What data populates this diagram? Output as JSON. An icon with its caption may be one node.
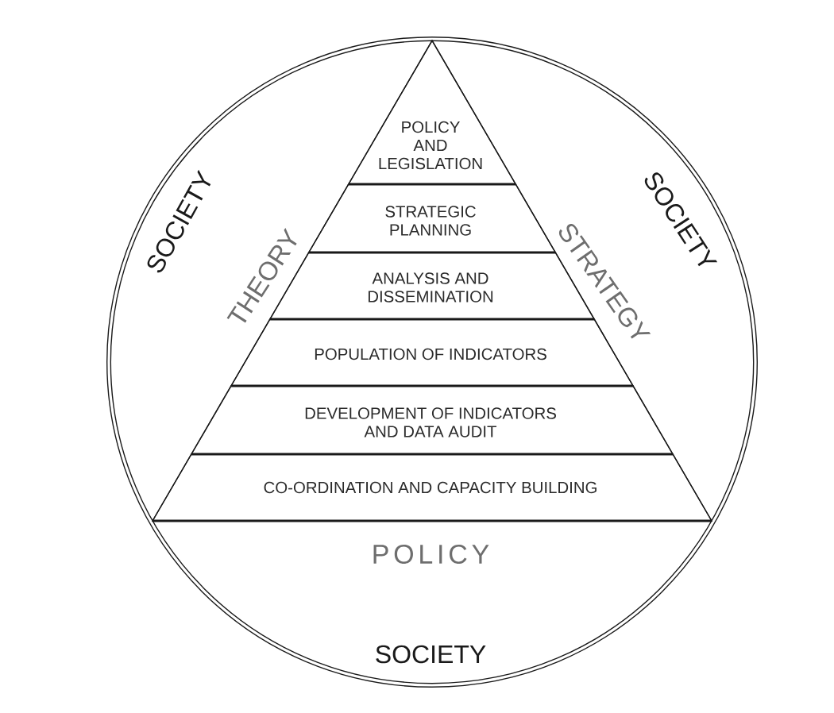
{
  "diagram": {
    "nodes": [
      {
        "text": [
          "SOCIETY",
          "SOCIETY",
          "SOCIETY"
        ]
      },
      {
        "text": [],
        "shape": "triangle",
        "in": 0,
        "beside": [
          "THEORY",
          "STRATEGY",
          "POLICY"
        ]
      },
      {
        "text": [
          "POLICY AND LEGISLATION"
        ],
        "in": 1
      },
      {
        "text": [
          "STRATEGIC PLANNING"
        ],
        "in": 1
      },
      {
        "text": [
          "ANALYSIS AND DISSEMINATION"
        ],
        "in": 1
      },
      {
        "text": [
          "POPULATION OF INDICATORS"
        ],
        "in": 1
      },
      {
        "text": [
          "DEVELOPMENT OF INDICATORS AND DATA AUDIT"
        ],
        "in": 1
      },
      {
        "text": [
          "CO-ORDINATION AND CAPACITY BUILDING"
        ],
        "in": 1
      }
    ]
  }
}
